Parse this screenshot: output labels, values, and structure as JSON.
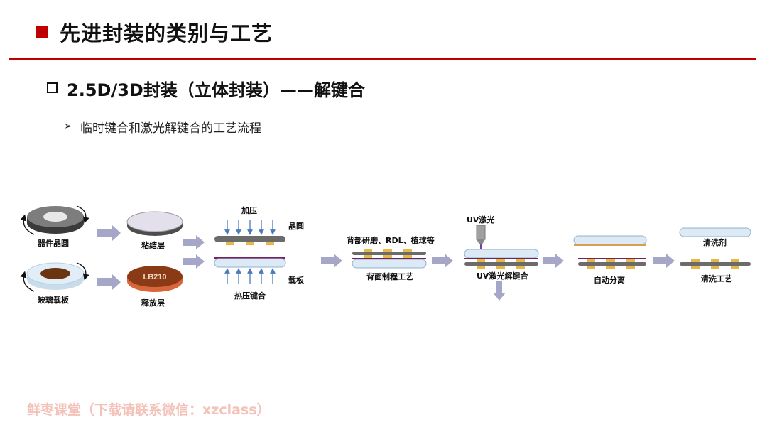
{
  "title": "先进封装的类别与工艺",
  "subtitle": "2.5D/3D封装（立体封装）——解键合",
  "bullet": "临时键合和激光解键合的工艺流程",
  "labels": {
    "device_wafer": "器件晶圆",
    "glass_carrier": "玻璃载板",
    "adhesive_layer": "粘结层",
    "release_layer": "释放层",
    "release_code": "LB210",
    "pressure": "加压",
    "wafer": "晶圆",
    "carrier": "载板",
    "thermo_bond": "热压键合",
    "backside_ops": "背部研磨、RDL、植球等",
    "backside_process": "背面制程工艺",
    "uv_laser": "UV激光",
    "uv_debond": "UV激光解键合",
    "auto_separate": "自动分离",
    "cleaning_agent": "清洗剂",
    "cleaning_process": "清洗工艺"
  },
  "watermark": "鲜枣课堂（下载请联系微信：xzclass）",
  "colors": {
    "accent": "#c00000",
    "arrow": "#a6a6c8",
    "glass": "#dbeaf5",
    "bump": "#e6b84a",
    "bond_line": "#7a1f5c",
    "release": "#b5451b"
  }
}
